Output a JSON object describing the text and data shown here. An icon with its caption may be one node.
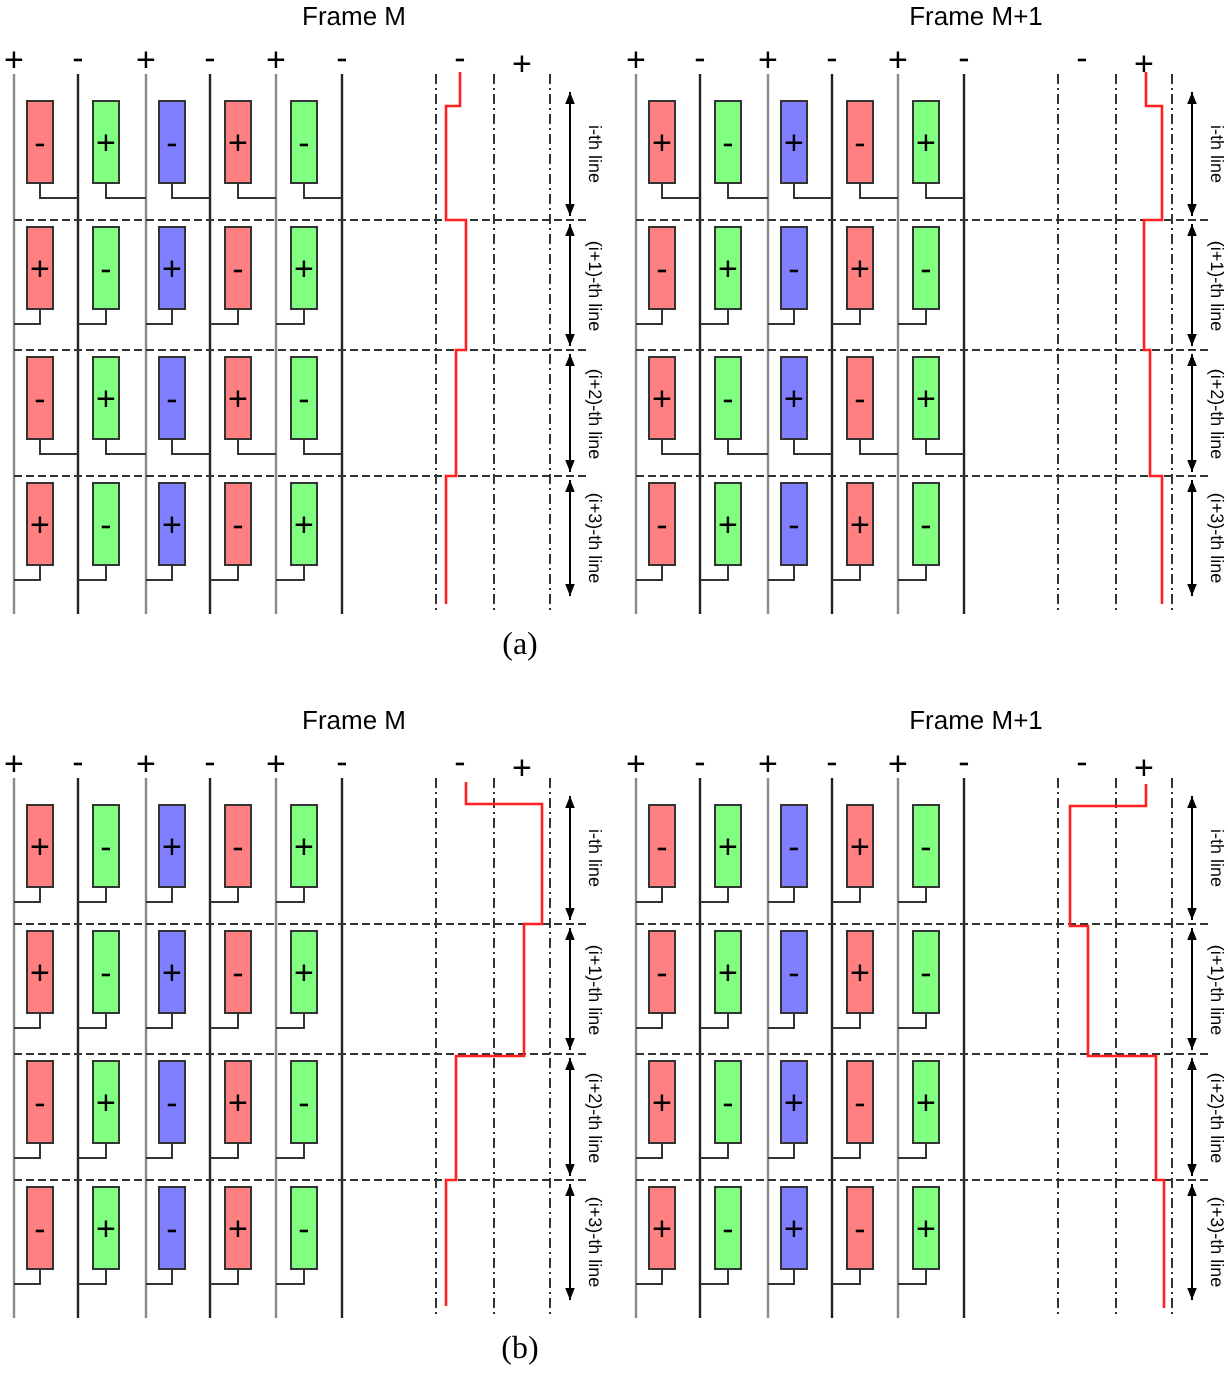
{
  "diagram": {
    "nodes": [
      {
        "text": [
          "-"
        ]
      },
      {
        "text": [
          "+"
        ]
      },
      {
        "text": [
          "-"
        ]
      },
      {
        "text": [
          "+"
        ]
      },
      {
        "text": [
          "-"
        ]
      },
      {
        "text": [
          "+"
        ]
      },
      {
        "text": [
          "-"
        ]
      },
      {
        "text": [
          "+"
        ]
      },
      {
        "text": [
          "-"
        ]
      },
      {
        "text": [
          "+"
        ]
      },
      {
        "text": [
          "-"
        ]
      },
      {
        "text": [
          "+"
        ]
      },
      {
        "text": [
          "-"
        ]
      },
      {
        "text": [
          "+"
        ]
      },
      {
        "text": [
          "-"
        ]
      },
      {
        "text": [
          "+"
        ]
      },
      {
        "text": [
          "-"
        ]
      },
      {
        "text": [
          "+"
        ]
      },
      {
        "text": [
          "-"
        ]
      },
      {
        "text": [
          "+"
        ]
      },
      {
        "text": [
          "+"
        ]
      },
      {
        "text": [
          "-"
        ]
      },
      {
        "text": [
          "+"
        ]
      },
      {
        "text": [
          "-"
        ]
      },
      {
        "text": [
          "+"
        ]
      },
      {
        "text": [
          "-"
        ]
      },
      {
        "text": [
          "+"
        ]
      },
      {
        "text": [
          "-"
        ]
      },
      {
        "text": [
          "+"
        ]
      },
      {
        "text": [
          "-"
        ]
      },
      {
        "text": [
          "+"
        ]
      },
      {
        "text": [
          "-"
        ]
      },
      {
        "text": [
          "+"
        ]
      },
      {
        "text": [
          "-"
        ]
      },
      {
        "text": [
          "+"
        ]
      },
      {
        "text": [
          "-"
        ]
      },
      {
        "text": [
          "+"
        ]
      },
      {
        "text": [
          "-"
        ]
      },
      {
        "text": [
          "+"
        ]
      },
      {
        "text": [
          "-"
        ]
      },
      {
        "text": [
          "+"
        ]
      },
      {
        "text": [
          "-"
        ]
      },
      {
        "text": [
          "+"
        ]
      },
      {
        "text": [
          "-"
        ]
      },
      {
        "text": [
          "+"
        ]
      },
      {
        "text": [
          "+"
        ]
      },
      {
        "text": [
          "-"
        ]
      },
      {
        "text": [
          "+"
        ]
      },
      {
        "text": [
          "-"
        ]
      },
      {
        "text": [
          "+"
        ]
      },
      {
        "text": [
          "-"
        ]
      },
      {
        "text": [
          "+"
        ]
      },
      {
        "text": [
          "-"
        ]
      },
      {
        "text": [
          "+"
        ]
      },
      {
        "text": [
          "-"
        ]
      },
      {
        "text": [
          "-"
        ]
      },
      {
        "text": [
          "+"
        ]
      },
      {
        "text": [
          "-"
        ]
      },
      {
        "text": [
          "+"
        ]
      },
      {
        "text": [
          "-"
        ]
      },
      {
        "text": [
          "-"
        ]
      },
      {
        "text": [
          "+"
        ]
      },
      {
        "text": [
          "-"
        ]
      },
      {
        "text": [
          "+"
        ]
      },
      {
        "text": [
          "-"
        ]
      },
      {
        "text": [
          "-"
        ]
      },
      {
        "text": [
          "+"
        ]
      },
      {
        "text": [
          "-"
        ]
      },
      {
        "text": [
          "+"
        ]
      },
      {
        "text": [
          "-"
        ]
      },
      {
        "text": [
          "+"
        ]
      },
      {
        "text": [
          "-"
        ]
      },
      {
        "text": [
          "+"
        ]
      },
      {
        "text": [
          "-"
        ]
      },
      {
        "text": [
          "+"
        ]
      },
      {
        "text": [
          "+"
        ]
      },
      {
        "text": [
          "-"
        ]
      },
      {
        "text": [
          "+"
        ]
      },
      {
        "text": [
          "-"
        ]
      },
      {
        "text": [
          "+"
        ]
      }
    ],
    "labels": [
      "Frame M",
      "Frame M+1",
      "+",
      "-",
      "+",
      "-",
      "+",
      "-",
      "-",
      "+",
      "+",
      "-",
      "+",
      "-",
      "+",
      "-",
      "-",
      "+",
      "i-th line",
      "(i+1)-th line",
      "(i+2)-th line",
      "(i+3)-th line",
      "i-th line",
      "(i+1)-th line",
      "(i+2)-th line",
      "(i+3)-th line",
      "(a)",
      "Frame M",
      "Frame M+1",
      "+",
      "-",
      "+",
      "-",
      "+",
      "-",
      "-",
      "+",
      "+",
      "-",
      "+",
      "-",
      "+",
      "-",
      "-",
      "+",
      "i-th line",
      "(i+1)-th line",
      "(i+2)-th line",
      "(i+3)-th line",
      "i-th line",
      "(i+1)-th line",
      "(i+2)-th line",
      "(i+3)-th line",
      "(b)"
    ]
  }
}
